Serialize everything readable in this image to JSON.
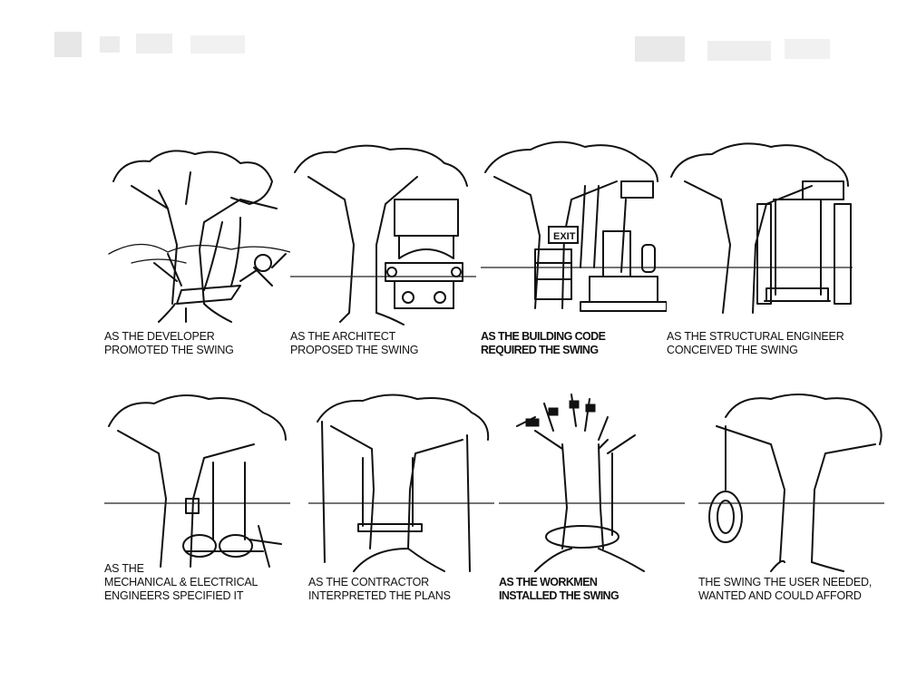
{
  "panels": [
    {
      "lines": [
        "As the developer",
        "promoted the swing"
      ],
      "bold": false
    },
    {
      "lines": [
        "As the architect",
        "proposed the swing"
      ],
      "bold": false
    },
    {
      "lines": [
        "As the building code",
        "required the swing"
      ],
      "bold": true
    },
    {
      "lines": [
        "As the structural engineer",
        "conceived the swing"
      ],
      "bold": false
    },
    {
      "lines": [
        "As the",
        "mechanical & electrical",
        "engineers specified it"
      ],
      "bold": false
    },
    {
      "lines": [
        "As the contractor",
        "interpreted the plans"
      ],
      "bold": false
    },
    {
      "lines": [
        "As the workmen",
        "installed the swing"
      ],
      "bold": true
    },
    {
      "lines": [
        "The swing the user needed,",
        "wanted and could afford"
      ],
      "bold": false
    }
  ],
  "exit_sign": "EXIT",
  "colors": {
    "ink": "#111111",
    "paper": "#ffffff"
  }
}
